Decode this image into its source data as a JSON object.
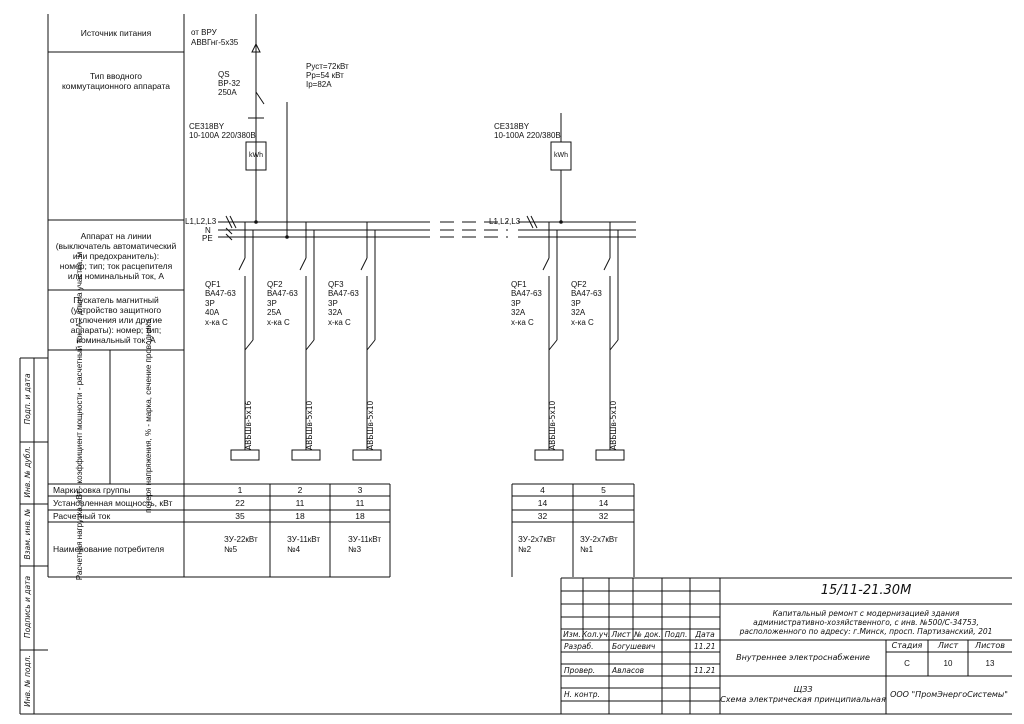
{
  "source": {
    "line1": "от ВРУ",
    "line2": "АВВГнг-5х35"
  },
  "left_labels": {
    "source_title": "Источник питания",
    "input_type": "Тип вводного\nкоммутационного аппарата",
    "line_device": "Аппарат на линии\n(выключатель автоматический\nили предохранитель):\nномер; тип; ток расцепителя\nили номинальный ток, А",
    "starter": "Пускатель магнитный\n(устройство защитного\nотключения или другие\nаппараты): номер; тип;\nноминальный ток, А",
    "rotated_load": "Расчетная нагрузка, кВт -\nкоэффициент мощности -\nрасчетный ток, А -\nдлина участка, м",
    "rotated_voltage": "потеря напряжения, % -\nмарка, сечение проводника"
  },
  "side_stamp": [
    "Подп. и дата",
    "Инв. № дубл.",
    "Взам. инв. №",
    "Подпись и дата",
    "Инв. № подл."
  ],
  "input_switch": {
    "name": "QS",
    "type": "ВР-32",
    "current": "250А"
  },
  "power": {
    "pust": "Руст=72кВт",
    "pr": "Рр=54 кВт",
    "ip": "Iр=82А"
  },
  "meter": {
    "model": "СЕ318BY",
    "spec": "10-100А 220/380В",
    "label": "kWh"
  },
  "bus": {
    "phases": "L1,L2,L3",
    "n": "N",
    "pe": "PE"
  },
  "breakers": [
    {
      "name": "QF1",
      "type": "ВА47-63",
      "poles": "3Р",
      "current": "40А",
      "curve": "х-ка С",
      "cable": "АВБШв-5х16"
    },
    {
      "name": "QF2",
      "type": "ВА47-63",
      "poles": "3Р",
      "current": "25А",
      "curve": "х-ка С",
      "cable": "АВБШв-5х10"
    },
    {
      "name": "QF3",
      "type": "ВА47-63",
      "poles": "3Р",
      "current": "32А",
      "curve": "х-ка С",
      "cable": "АВБШв-5х10"
    },
    {
      "name": "QF1",
      "type": "ВА47-63",
      "poles": "3Р",
      "current": "32А",
      "curve": "х-ка С",
      "cable": "АВБШв-5х10"
    },
    {
      "name": "QF2",
      "type": "ВА47-63",
      "poles": "3Р",
      "current": "32А",
      "curve": "х-ка С",
      "cable": "АВБШв-5х10"
    }
  ],
  "table": {
    "headers": [
      "Маркировка группы",
      "Установленная мощность, кВт",
      "Расчетный ток",
      "Наименование потребителя"
    ],
    "groups": [
      {
        "group": "1",
        "power": "22",
        "current": "35",
        "consumer": "ЗУ-22кВт\n№5"
      },
      {
        "group": "2",
        "power": "11",
        "current": "18",
        "consumer": "ЗУ-11кВт\n№4"
      },
      {
        "group": "3",
        "power": "11",
        "current": "18",
        "consumer": "ЗУ-11кВт\n№3"
      },
      {
        "group": "4",
        "power": "14",
        "current": "32",
        "consumer": "ЗУ-2х7кВт\n№2"
      },
      {
        "group": "5",
        "power": "14",
        "current": "32",
        "consumer": "ЗУ-2х7кВт\n№1"
      }
    ]
  },
  "title_block": {
    "code": "15/11-21.30М",
    "description": "Капитальный ремонт с модернизацией здания\nадминистративно-хозяйственного, с инв. №500/С-34753,\nрасположенного по адресу: г.Минск, просп. Партизанский, 201",
    "col_headers": [
      "Изм.",
      "Кол.уч.",
      "Лист",
      "№ док.",
      "Подп.",
      "Дата"
    ],
    "roles": [
      {
        "role": "Разраб.",
        "name": "Богушевич",
        "date": "11.21"
      },
      {
        "role": "Провер.",
        "name": "Авласов",
        "date": "11.21"
      },
      {
        "role": "Н. контр.",
        "name": "",
        "date": ""
      }
    ],
    "section": "Внутреннее электроснабжение",
    "stage_label": "Стадия",
    "sheet_label": "Лист",
    "sheets_label": "Листов",
    "stage": "С",
    "sheet": "10",
    "sheets": "13",
    "drawing": "ЩЗЗ\nСхема электрическая принципиальная",
    "company": "ООО \"ПромЭнергоСистемы\""
  }
}
